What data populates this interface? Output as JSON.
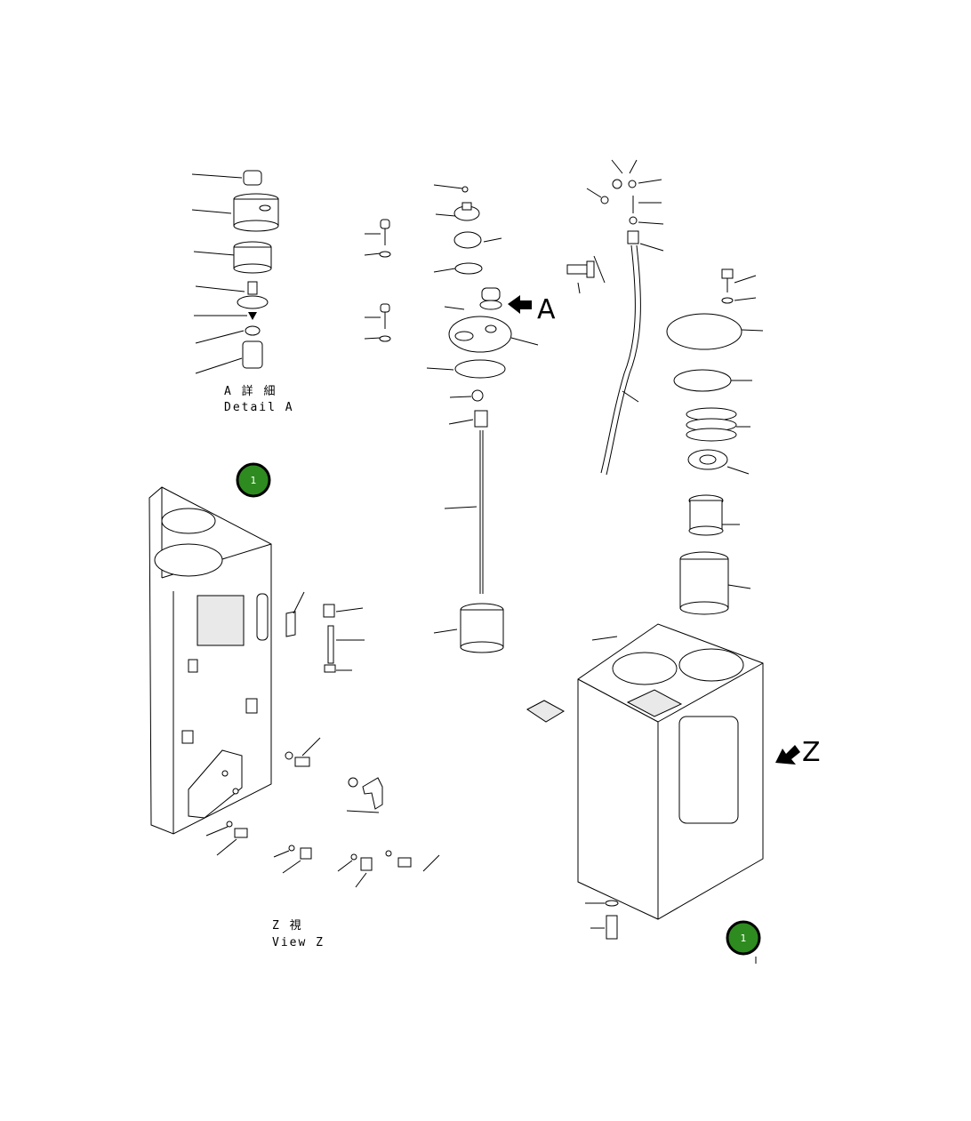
{
  "diagram": {
    "detail_caption": {
      "line1": "A 詳 細",
      "line2": "Detail A"
    },
    "view_caption": {
      "line1": "Z 視",
      "line2": "View Z"
    },
    "arrow_labels": {
      "a": "A",
      "z": "Z"
    },
    "badges": [
      {
        "text": "1"
      },
      {
        "text": "1"
      }
    ],
    "colors": {
      "badge": "#2e8b1f",
      "line": "#000000",
      "background": "#ffffff"
    }
  }
}
